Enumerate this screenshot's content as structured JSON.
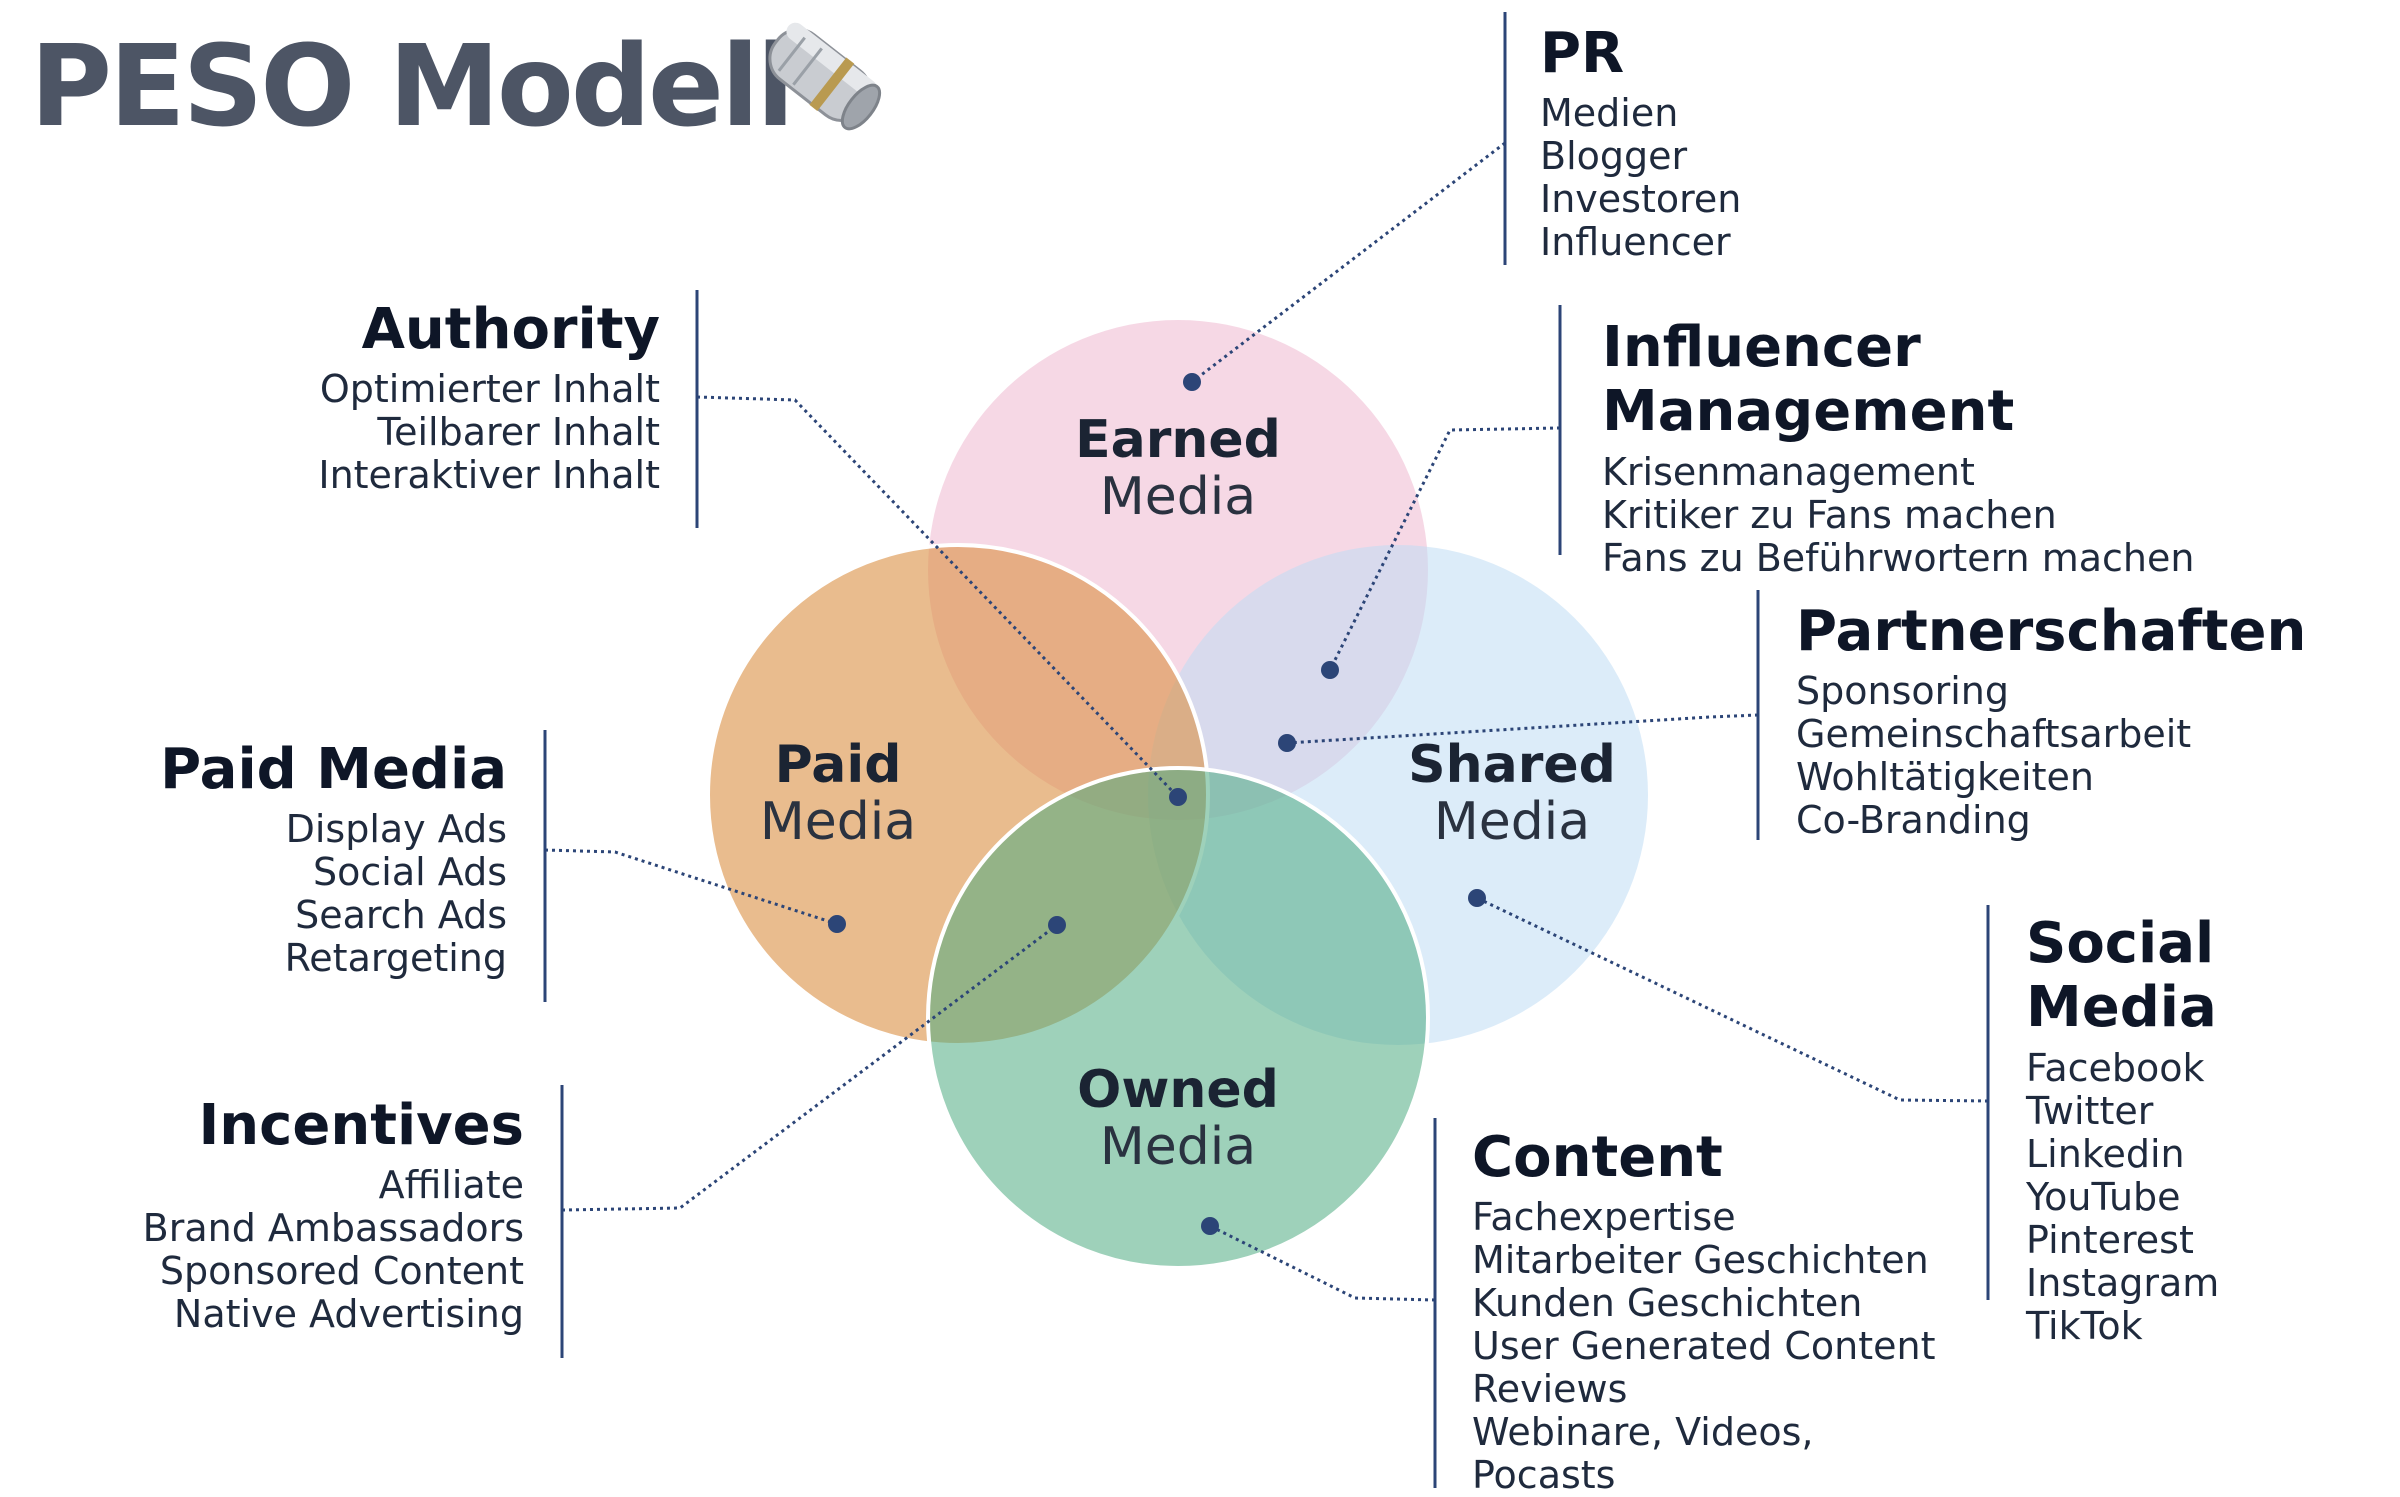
{
  "title": "PESO Modell",
  "title_icon": "newspaper-icon",
  "colors": {
    "earned": "#eba9c6",
    "shared": "#bfdcf4",
    "paid": "#dc9349",
    "owned": "#4fac82",
    "accent_line": "#2c4577"
  },
  "circles": {
    "earned": {
      "bold": "Earned",
      "regular": "Media"
    },
    "paid": {
      "bold": "Paid",
      "regular": "Media"
    },
    "shared": {
      "bold": "Shared",
      "regular": "Media"
    },
    "owned": {
      "bold": "Owned",
      "regular": "Media"
    }
  },
  "blocks": {
    "pr": {
      "title": "PR",
      "items": [
        "Medien",
        "Blogger",
        "Investoren",
        "Influencer"
      ]
    },
    "authority": {
      "title": "Authority",
      "items": [
        "Optimierter Inhalt",
        "Teilbarer Inhalt",
        "Interaktiver Inhalt"
      ]
    },
    "influencer": {
      "title1": "Influencer",
      "title2": "Management",
      "items": [
        "Krisenmanagement",
        "Kritiker zu Fans machen",
        "Fans zu Beführwortern machen"
      ]
    },
    "partner": {
      "title": "Partnerschaften",
      "items": [
        "Sponsoring",
        "Gemeinschaftsarbeit",
        "Wohltätigkeiten",
        "Co-Branding"
      ]
    },
    "paid": {
      "title": "Paid Media",
      "items": [
        "Display Ads",
        "Social Ads",
        "Search Ads",
        "Retargeting"
      ]
    },
    "social": {
      "title": "Social Media",
      "items": [
        "Facebook",
        "Twitter",
        "Linkedin",
        "YouTube",
        "Pinterest",
        "Instagram",
        "TikTok"
      ]
    },
    "incentives": {
      "title": "Incentives",
      "items": [
        "Affiliate",
        "Brand Ambassadors",
        "Sponsored Content",
        "Native Advertising"
      ]
    },
    "content": {
      "title": "Content",
      "items": [
        "Fachexpertise",
        "Mitarbeiter Geschichten",
        "Kunden Geschichten",
        "User Generated Content",
        "Reviews",
        "Webinare, Videos,",
        "Pocasts"
      ]
    }
  }
}
